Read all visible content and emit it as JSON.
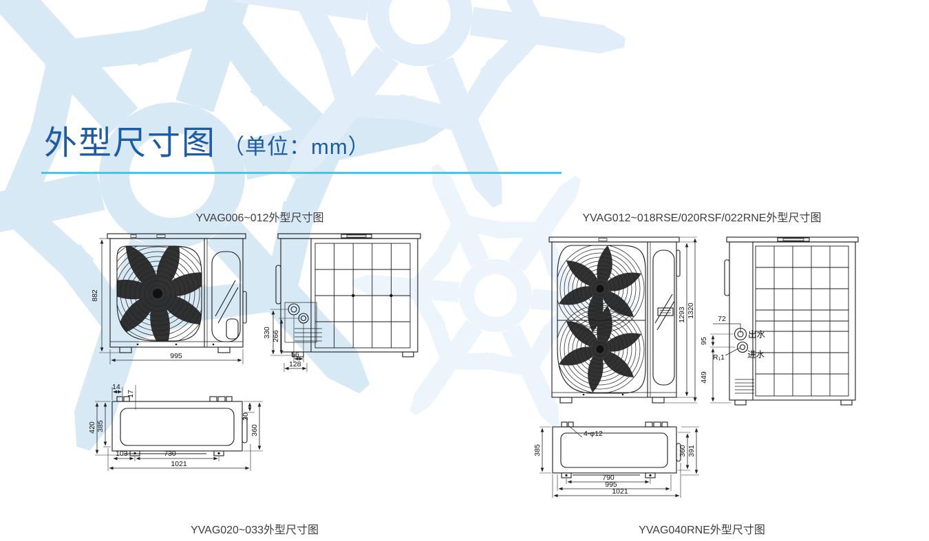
{
  "header": {
    "title": "外型尺寸图",
    "unit": "（单位：mm）"
  },
  "colors": {
    "title_blue": "#1d5ba7",
    "rule_cyan": "#48c3ea",
    "caption_gray": "#3d3d3d",
    "drawing_line": "#1a1a1a",
    "watermark_blue": "#d8e9f6"
  },
  "d1": {
    "caption": "YVAG006~012外型尺寸图",
    "dims": {
      "h882": "882",
      "w995": "995",
      "v330": "330",
      "v266": "266",
      "h56": "56",
      "h128": "128"
    }
  },
  "d2": {
    "caption": "YVAG020~033外型尺寸图",
    "dims": {
      "t14": "14",
      "t17": "17",
      "l420": "420",
      "l385": "385",
      "r30": "30",
      "r360": "360",
      "b103": "103",
      "b730": "730",
      "b1021": "1021"
    }
  },
  "d3": {
    "caption": "YVAG012~018RSE/020RSF/022RNE外型尺寸图",
    "dims": {
      "h1293": "1293",
      "h1320": "1320",
      "t72": "72",
      "l95": "95",
      "l449": "449",
      "thread": "R₁1",
      "outlet": "出水",
      "inlet": "进水"
    }
  },
  "d4": {
    "caption": "YVAG040RNE外型尺寸图",
    "dims": {
      "l385": "385",
      "holes": "4-φ12",
      "r360": "360",
      "r391": "391",
      "b790": "790",
      "b995": "995",
      "b1021": "1021"
    }
  }
}
